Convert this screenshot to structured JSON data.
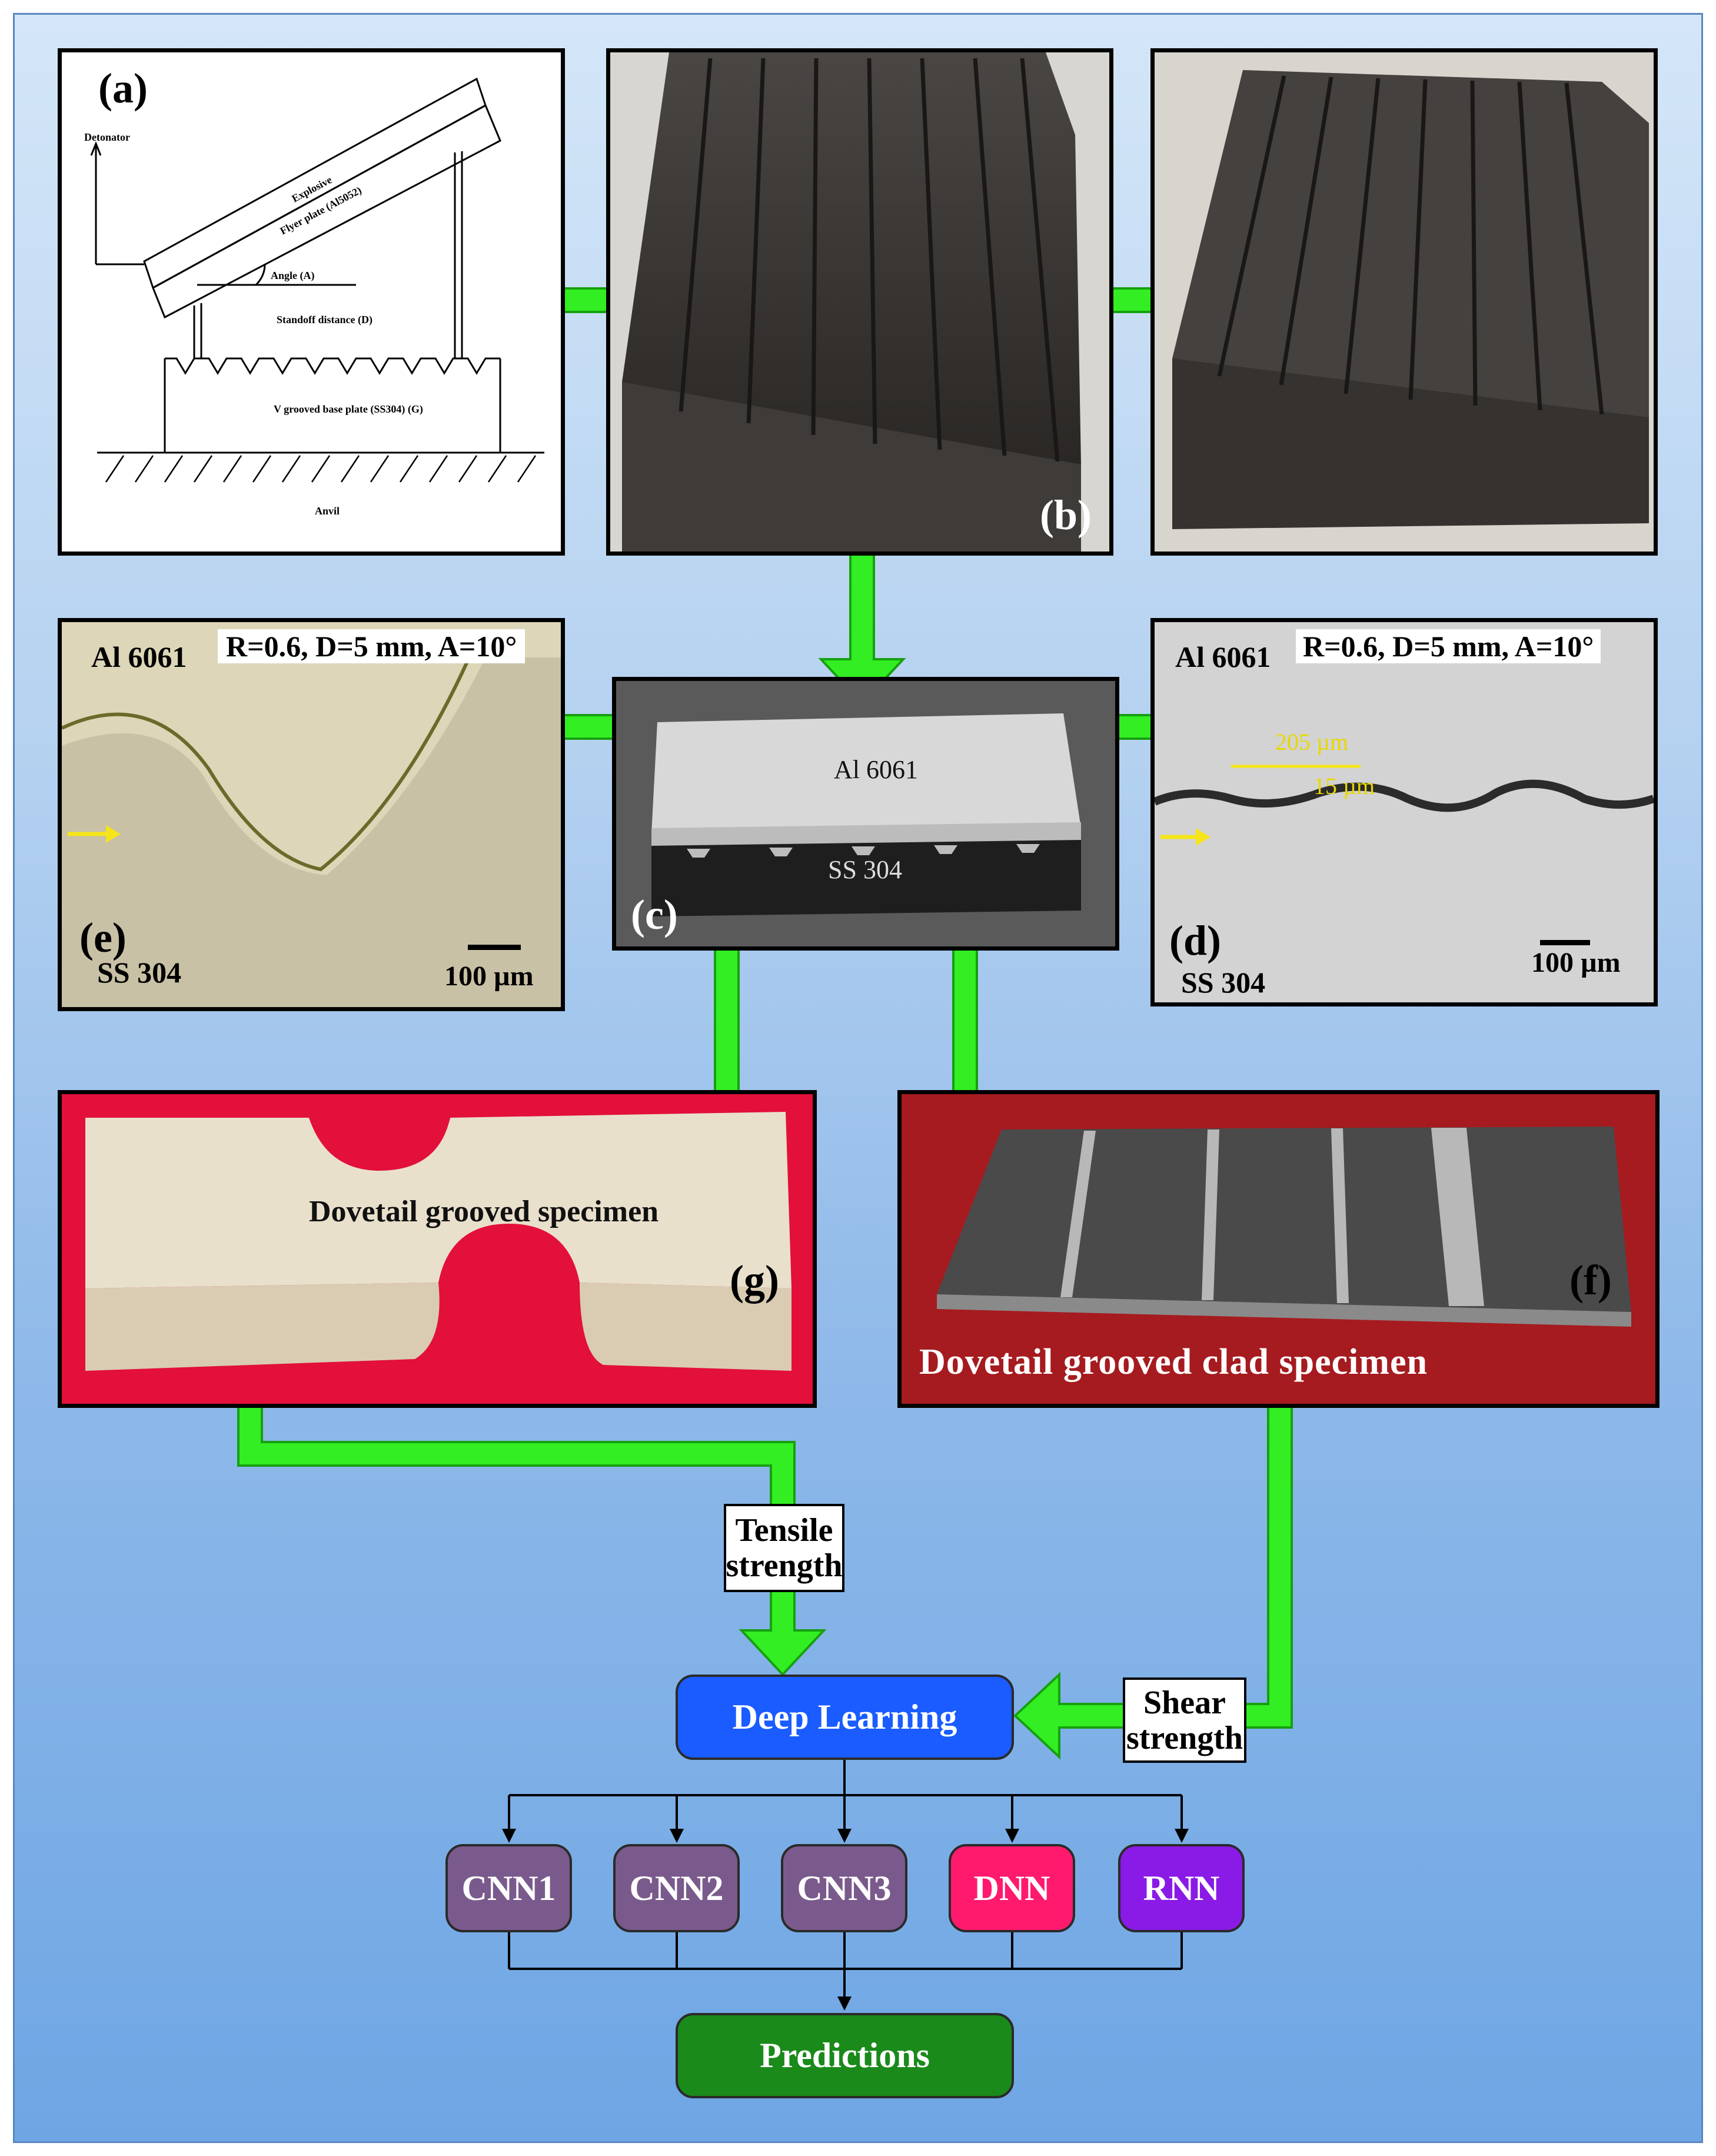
{
  "panels": {
    "a": {
      "label": "(a)",
      "detonator": "Detonator",
      "explosive": "Explosive",
      "flyer_plate": "Flyer plate (Al5052)",
      "angle": "Angle (A)",
      "standoff": "Standoff distance (D)",
      "base_plate": "V grooved base plate (SS304) (G)",
      "anvil": "Anvil"
    },
    "b": {
      "label": "(b)"
    },
    "c": {
      "label": "(c)",
      "top_material": "Al 6061",
      "bottom_material": "SS 304"
    },
    "d": {
      "label": "(d)",
      "top_material": "Al 6061",
      "bottom_material": "SS 304",
      "params": "R=0.6, D=5 mm, A=10°",
      "wavelength": "205 µm",
      "amplitude": "15 µm",
      "scale": "100 µm"
    },
    "e": {
      "label": "(e)",
      "top_material": "Al 6061",
      "bottom_material": "SS 304",
      "params": "R=0.6, D=5 mm, A=10°",
      "scale": "100 µm"
    },
    "g": {
      "label": "(g)",
      "caption": "Dovetail grooved specimen"
    },
    "f": {
      "label": "(f)",
      "caption": "Dovetail grooved clad specimen"
    }
  },
  "tags": {
    "tensile": [
      "Tensile",
      "strength"
    ],
    "shear": [
      "Shear",
      "strength"
    ]
  },
  "nodes": {
    "deep_learning": "Deep Learning",
    "models": [
      {
        "label": "CNN1",
        "color": "#7a5a8c"
      },
      {
        "label": "CNN2",
        "color": "#7a5a8c"
      },
      {
        "label": "CNN3",
        "color": "#7a5a8c"
      },
      {
        "label": "DNN",
        "color": "#ff1a6e"
      },
      {
        "label": "RNN",
        "color": "#8a1ae6"
      }
    ],
    "predictions": "Predictions"
  },
  "colors": {
    "arrow": "#33ee22",
    "deep_learning": "#1a5cff",
    "predictions": "#1a8a1a",
    "red_background": "#e2103a"
  }
}
